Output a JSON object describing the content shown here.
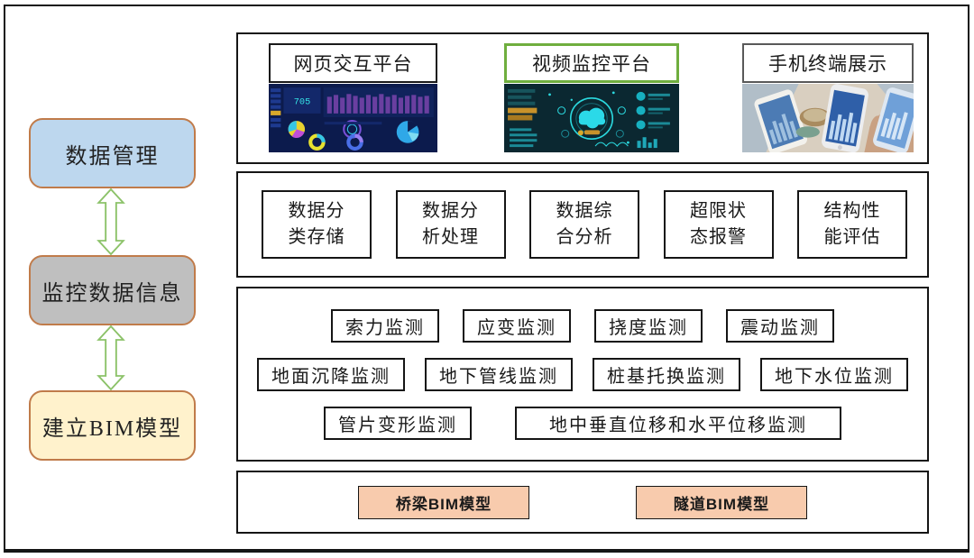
{
  "flow": {
    "nodes": [
      {
        "label": "数据管理",
        "fill": "#BDD7EE"
      },
      {
        "label": "监控数据信息",
        "fill": "#BFBFBF"
      },
      {
        "label": "建立BIM模型",
        "fill": "#FFF2CC"
      }
    ],
    "node_border_color": "#C07B4A",
    "arrow_color": "#8CC269"
  },
  "platforms": {
    "web": {
      "label": "网页交互平台",
      "border_color": "#1a1a1a",
      "metric_value": "705"
    },
    "video": {
      "label": "视频监控平台",
      "border_color": "#6FAE3E"
    },
    "mobile": {
      "label": "手机终端展示",
      "border_color": "#595959"
    }
  },
  "processing": {
    "boxes": [
      {
        "line1": "数据分",
        "line2": "类存储"
      },
      {
        "line1": "数据分",
        "line2": "析处理"
      },
      {
        "line1": "数据综",
        "line2": "合分析"
      },
      {
        "line1": "超限状",
        "line2": "态报警"
      },
      {
        "line1": "结构性",
        "line2": "能评估"
      }
    ]
  },
  "monitoring": {
    "row1": [
      "索力监测",
      "应变监测",
      "挠度监测",
      "震动监测"
    ],
    "row2": [
      "地面沉降监测",
      "地下管线监测",
      "桩基托换监测",
      "地下水位监测"
    ],
    "row3": [
      "管片变形监测",
      "地中垂直位移和水平位移监测"
    ]
  },
  "bim_models": {
    "items": [
      "桥梁BIM模型",
      "隧道BIM模型"
    ],
    "fill": "#F8CBAD"
  }
}
